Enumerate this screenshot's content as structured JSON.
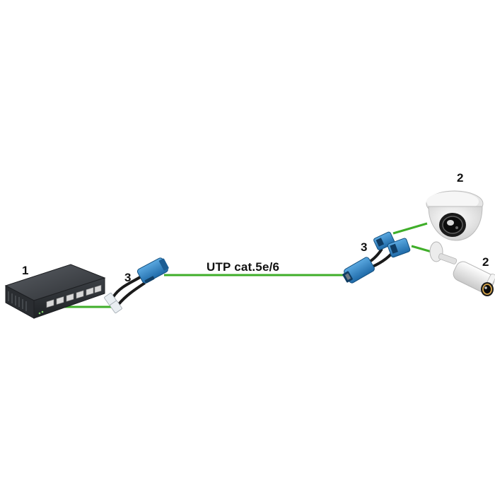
{
  "diagram": {
    "cable_label": "UTP cat.5e/6",
    "labels": {
      "switch": "1",
      "camera_dome": "2",
      "camera_bullet": "2",
      "splitter_left": "3",
      "splitter_right": "3"
    },
    "colors": {
      "background": "#ffffff",
      "cable": "#3fae29",
      "splitter_blue": "#2f86c8",
      "switch_body": "#3a3d42",
      "camera_white": "#f2f2f2",
      "label_text": "#111111"
    },
    "components": [
      {
        "role": "switch",
        "icon": "network-switch-icon"
      },
      {
        "role": "splitter_left",
        "icon": "poe-splitter-icon"
      },
      {
        "role": "splitter_right",
        "icon": "poe-splitter-icon"
      },
      {
        "role": "camera_dome",
        "icon": "dome-camera-icon"
      },
      {
        "role": "camera_bullet",
        "icon": "bullet-camera-icon"
      }
    ]
  }
}
